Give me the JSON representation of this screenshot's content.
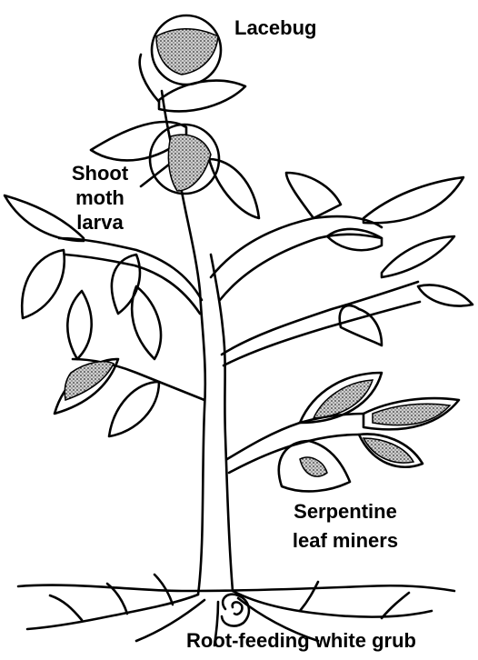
{
  "labels": {
    "lacebug": "Lacebug",
    "shoot_moth_line1": "Shoot",
    "shoot_moth_line2": "moth",
    "shoot_moth_line3": "larva",
    "leaf_miners_line1": "Serpentine",
    "leaf_miners_line2": "leaf miners",
    "white_grub": "Root-feeding white grub"
  },
  "colors": {
    "ink": "#000000",
    "paper": "#ffffff",
    "stipple": "#9a9a9a"
  }
}
